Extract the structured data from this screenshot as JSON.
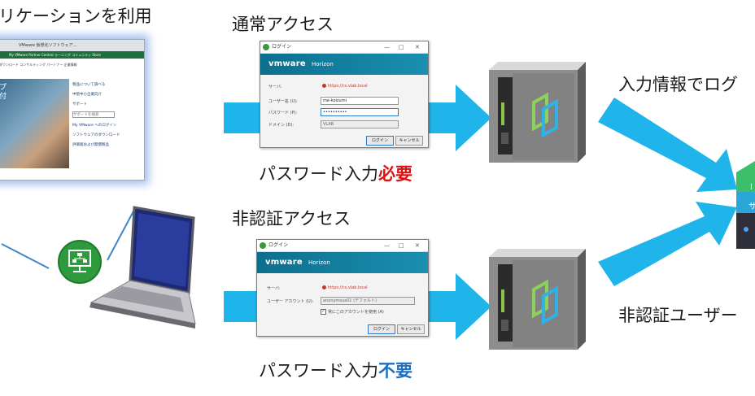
{
  "heading_apps": "リケーションを利用",
  "normal_access": {
    "title": "通常アクセス",
    "caption_prefix": "パスワード入力",
    "caption_emph": "必要",
    "dialog": {
      "title": "ログイン",
      "brand": "vmware",
      "product": "Horizon",
      "server_label": "サーバ:",
      "server_url": "https://cs.vlab.local",
      "user_label": "ユーザー名 (U):",
      "user_value": "me-koizumi",
      "pw_label": "パスワード (P):",
      "pw_value": "••••••••••",
      "domain_label": "ドメイン (D):",
      "domain_value": "VLAB",
      "login_button": "ログイン",
      "cancel_button": "キャンセル"
    }
  },
  "anon_access": {
    "title": "非認証アクセス",
    "caption_prefix": "パスワード入力",
    "caption_emph": "不要",
    "dialog": {
      "title": "ログイン",
      "brand": "vmware",
      "product": "Horizon",
      "server_label": "サーバ:",
      "server_url": "https://cs.vlab.local",
      "account_label": "ユーザー アカウント (U):",
      "account_value": "anonymous01 (デフォルト)",
      "checkbox_label": "常にこのアカウントを使用 (A)",
      "login_button": "ログイン",
      "cancel_button": "キャンセル"
    }
  },
  "right_top_label": "入力情報でログ",
  "right_bottom_label": "非認証ユーザー",
  "browser": {
    "tab_title": "VMware 仮想化ソフトウェア...",
    "nav_items": "My VMware   Partner Central   ラーニング   コミュニティ   Store",
    "sub_nav": "ダウンロード  コンサルティング  パートナー  企業情報",
    "photo_text": "プ\n付",
    "side_items": [
      "製品について調べる",
      "中堅中小企業向け",
      "サポート",
      "サポートを検索",
      "My VMware へのログイン",
      "ソフトウェアのダウンロード",
      "評価版および無償製品"
    ]
  },
  "colors": {
    "arrow": "#1fb5ea",
    "required": "#e01010",
    "not_required": "#1f6fc0",
    "monitor_badge": "#2e9a3e",
    "vmware_banner": "#0d6f8e"
  }
}
